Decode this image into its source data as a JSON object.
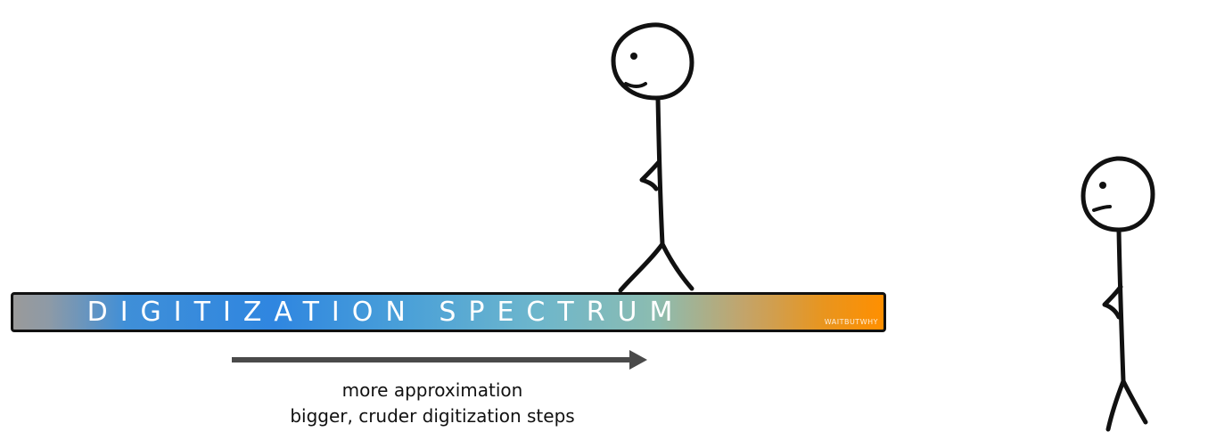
{
  "spectrum": {
    "title": "DIGITIZATION SPECTRUM",
    "watermark": "WAITBUTWHY",
    "gradient_colors": [
      "#9a9a9a",
      "#2f86e0",
      "#6db6cc",
      "#ff8f00"
    ]
  },
  "caption": {
    "line1": "more approximation",
    "line2": "bigger, cruder digitization steps"
  },
  "colors": {
    "ink": "#111111",
    "arrow": "#4a4a4a"
  }
}
